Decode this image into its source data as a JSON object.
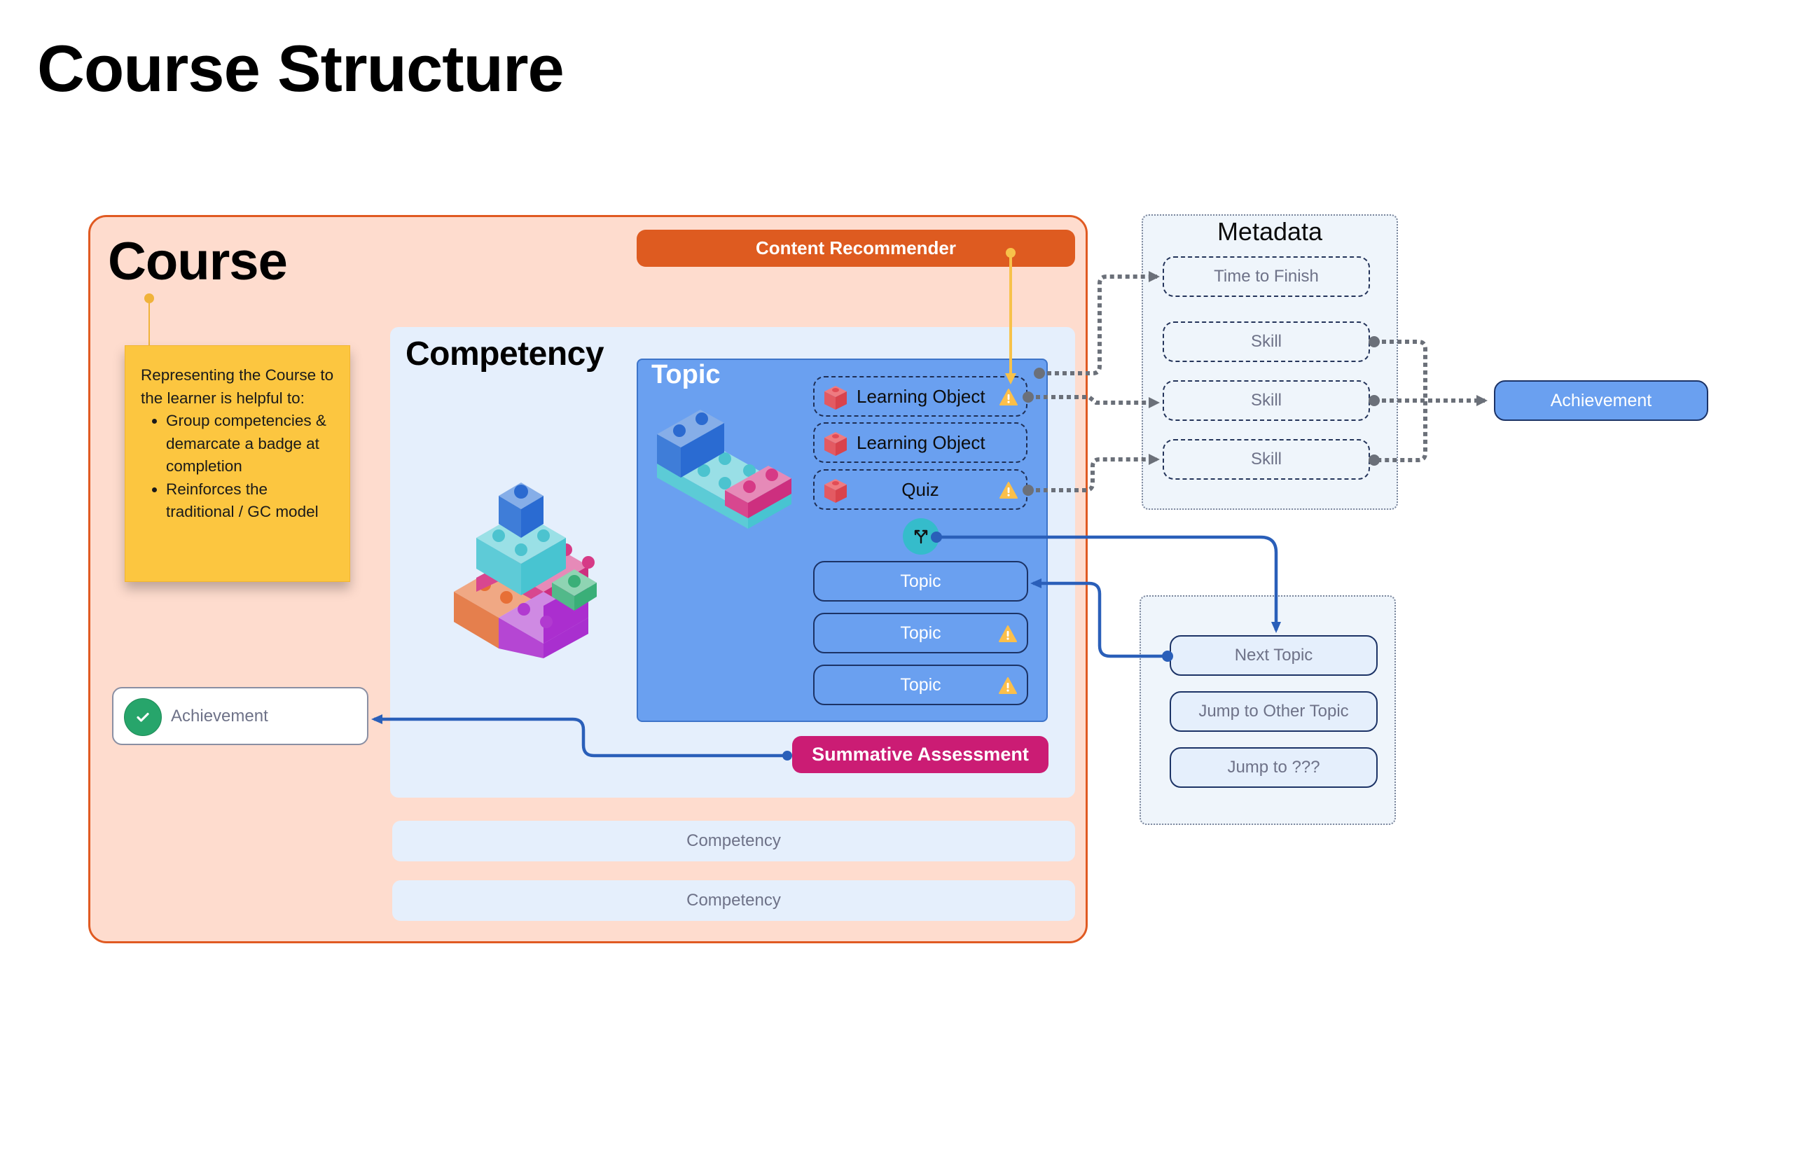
{
  "page": {
    "title": "Course Structure"
  },
  "course": {
    "title": "Course",
    "content_recommender": "Content Recommender",
    "note": {
      "intro": "Representing the Course to the learner is helpful to:",
      "bullets": [
        "Group competencies & demarcate a badge at completion",
        "Reinforces the traditional / GC model"
      ]
    },
    "achievement": {
      "label": "Achievement",
      "icon": "check-circle-icon"
    },
    "other_competencies": [
      "Competency",
      "Competency"
    ]
  },
  "competency": {
    "title": "Competency",
    "summative_assessment": "Summative Assessment",
    "topic": {
      "title": "Topic",
      "items": [
        {
          "label": "Learning Object",
          "icon": "red-block-icon",
          "warning": true
        },
        {
          "label": "Learning Object",
          "icon": "red-block-icon",
          "warning": false
        },
        {
          "label": "Quiz",
          "icon": "red-block-icon",
          "warning": true
        }
      ],
      "branch_icon": "branch-split-icon",
      "sub_topics": [
        {
          "label": "Topic",
          "warning": false
        },
        {
          "label": "Topic",
          "warning": true
        },
        {
          "label": "Topic",
          "warning": true
        }
      ]
    }
  },
  "metadata": {
    "title": "Metadata",
    "items": [
      "Time to Finish",
      "Skill",
      "Skill",
      "Skill"
    ]
  },
  "achievement_right": {
    "label": "Achievement"
  },
  "navigation": {
    "items": [
      "Next Topic",
      "Jump to Other Topic",
      "Jump to ???"
    ]
  },
  "colors": {
    "course_bg": "#fedcce",
    "course_border": "#e05a22",
    "content_recommender": "#de5b20",
    "sticky_note": "#fcc640",
    "competency_bg": "#e5effc",
    "topic_bg": "#6aa0f0",
    "summative": "#cb1c74",
    "connector_blue": "#2a5fb9",
    "connector_gray": "#6b7079",
    "connector_yellow": "#f7c24a",
    "warning": "#fbbf4a",
    "achievement_check": "#27a56b"
  }
}
